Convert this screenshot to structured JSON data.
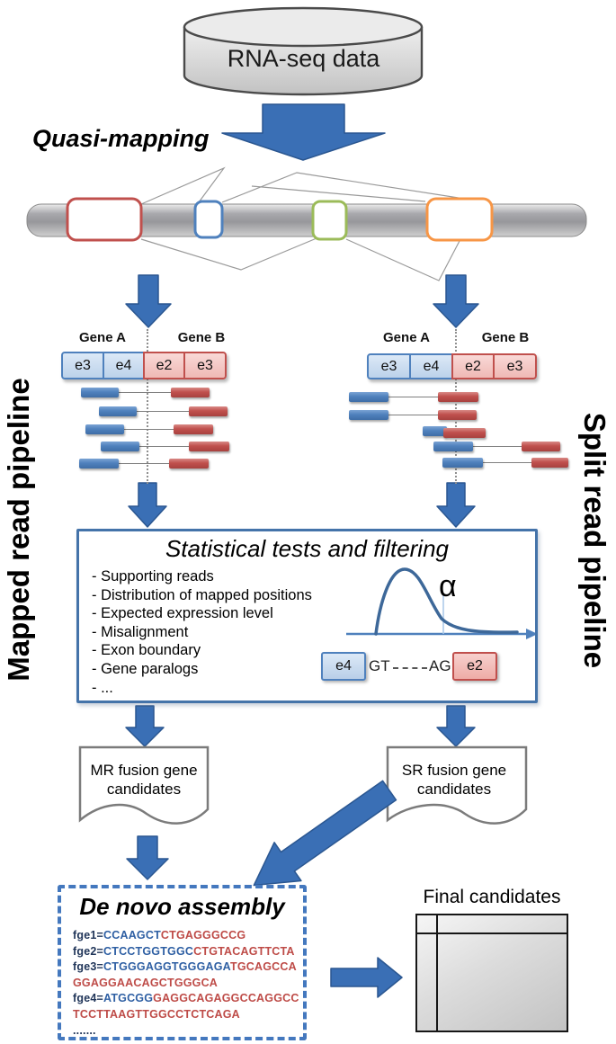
{
  "top": {
    "database_label": "RNA-seq data",
    "mapping_label": "Quasi-mapping"
  },
  "side_labels": {
    "left": "Mapped read pipeline",
    "right": "Split read pipeline"
  },
  "gene_panel_left": {
    "gene_a": "Gene A",
    "gene_b": "Gene B",
    "exons": [
      "e3",
      "e4",
      "e2",
      "e3"
    ]
  },
  "gene_panel_right": {
    "gene_a": "Gene A",
    "gene_b": "Gene B",
    "exons": [
      "e3",
      "e4",
      "e2",
      "e3"
    ]
  },
  "stat_box": {
    "title": "Statistical tests and filtering",
    "bullets": [
      "- Supporting reads",
      "- Distribution of mapped positions",
      "- Expected expression level",
      "- Misalignment",
      "- Exon boundary",
      "- Gene paralogs",
      "- ..."
    ],
    "alpha": "α",
    "junction": {
      "left_exon": "e4",
      "donor": "GT",
      "acceptor": "AG",
      "right_exon": "e2"
    }
  },
  "outputs": {
    "mapped": "MR fusion gene candidates",
    "split": "SR fusion gene candidates"
  },
  "assembly": {
    "title": "De novo assembly",
    "lines": [
      [
        {
          "t": "fge1=",
          "c": "dark"
        },
        {
          "t": "CCAAGCT",
          "c": "blue"
        },
        {
          "t": "CTGAGGGCCG",
          "c": "red"
        }
      ],
      [
        {
          "t": "fge2=",
          "c": "dark"
        },
        {
          "t": "CTCCTGGTGGC",
          "c": "blue"
        },
        {
          "t": "CTGTACAGTTCTA",
          "c": "red"
        }
      ],
      [
        {
          "t": "fge3=",
          "c": "dark"
        },
        {
          "t": "CTGGGAGGTGGGAGA",
          "c": "blue"
        },
        {
          "t": "TGCAGCCA",
          "c": "red"
        }
      ],
      [
        {
          "t": "GGAGGAACAGCTGGGCA",
          "c": "red"
        }
      ],
      [
        {
          "t": "fge4=",
          "c": "dark"
        },
        {
          "t": "ATGCGG",
          "c": "blue"
        },
        {
          "t": "GAGGCAGAGGCCAGGCC",
          "c": "red"
        }
      ],
      [
        {
          "t": "TCCTTAAGTTGGCCTCTCAGA",
          "c": "red"
        }
      ],
      [
        {
          "t": ".......",
          "c": "dark"
        }
      ]
    ]
  },
  "final": {
    "label": "Final candidates"
  },
  "colors": {
    "arrow_blue": "#3A6FB5",
    "read_blue": "#4F81BD",
    "read_red": "#C0504D",
    "genome_red": "#C0504D",
    "genome_blue": "#4F81BD",
    "genome_green": "#9BBB59",
    "genome_orange": "#F79646",
    "stat_border_blue": "#4473A9",
    "dashed_box_blue": "#4478BE",
    "seq_blue": "#2E5FA3",
    "seq_red": "#BE4B47"
  }
}
